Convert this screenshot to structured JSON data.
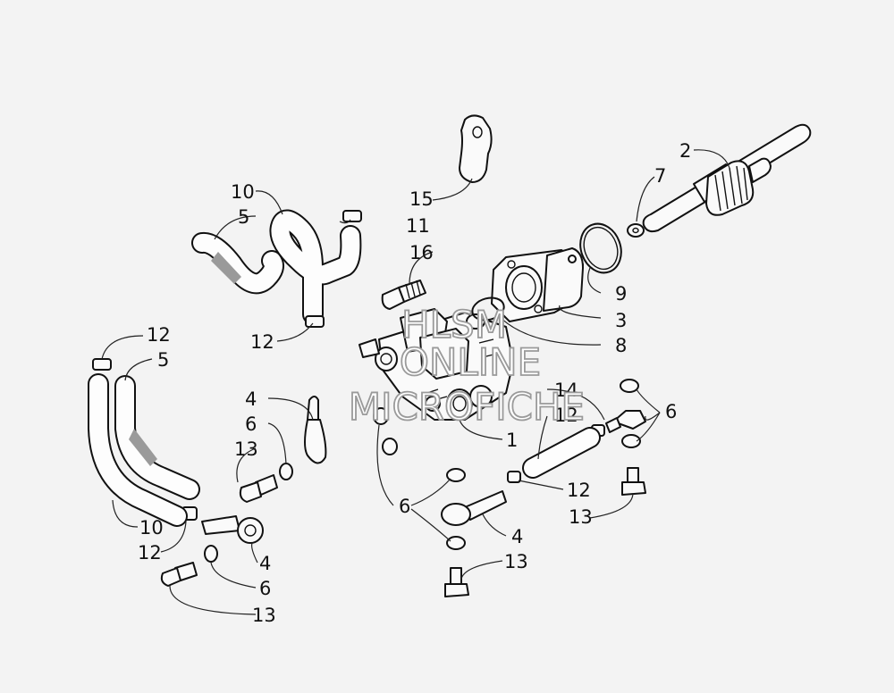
{
  "callouts": [
    {
      "id": "c1",
      "label": "1"
    },
    {
      "id": "c2",
      "label": "2"
    },
    {
      "id": "c3",
      "label": "3"
    },
    {
      "id": "c4a",
      "label": "4"
    },
    {
      "id": "c4b",
      "label": "4"
    },
    {
      "id": "c4c",
      "label": "4"
    },
    {
      "id": "c5a",
      "label": "5"
    },
    {
      "id": "c5b",
      "label": "5"
    },
    {
      "id": "c6a",
      "label": "6"
    },
    {
      "id": "c6b",
      "label": "6"
    },
    {
      "id": "c6c",
      "label": "6"
    },
    {
      "id": "c6d",
      "label": "6"
    },
    {
      "id": "c7",
      "label": "7"
    },
    {
      "id": "c8",
      "label": "8"
    },
    {
      "id": "c9",
      "label": "9"
    },
    {
      "id": "c10a",
      "label": "10"
    },
    {
      "id": "c10b",
      "label": "10"
    },
    {
      "id": "c11",
      "label": "11"
    },
    {
      "id": "c12a",
      "label": "12"
    },
    {
      "id": "c12b",
      "label": "12"
    },
    {
      "id": "c12c",
      "label": "12"
    },
    {
      "id": "c12d",
      "label": "12"
    },
    {
      "id": "c12e",
      "label": "12"
    },
    {
      "id": "c13a",
      "label": "13"
    },
    {
      "id": "c13b",
      "label": "13"
    },
    {
      "id": "c13c",
      "label": "13"
    },
    {
      "id": "c13d",
      "label": "13"
    },
    {
      "id": "c14",
      "label": "14"
    },
    {
      "id": "c15",
      "label": "15"
    },
    {
      "id": "c16",
      "label": "16"
    }
  ],
  "watermark": {
    "line1": "HLSM",
    "line2": "ONLINE",
    "line3": "MICROFICHE"
  }
}
